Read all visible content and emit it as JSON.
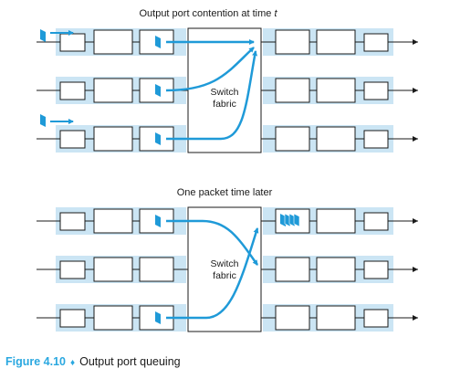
{
  "top_panel": {
    "title_prefix": "Output port contention at time ",
    "title_var": "t",
    "fabric_label": [
      "Switch",
      "fabric"
    ]
  },
  "bottom_panel": {
    "title": "One packet time later",
    "fabric_label": [
      "Switch",
      "fabric"
    ]
  },
  "caption": {
    "figure_label": "Figure 4.10",
    "separator": "♦",
    "text": "Output port queuing"
  },
  "colors": {
    "port_band": "#cbe5f4",
    "packet": "#1f9ad8",
    "arrow": "#1a1a1a",
    "caption_accent": "#2aa8e0"
  }
}
